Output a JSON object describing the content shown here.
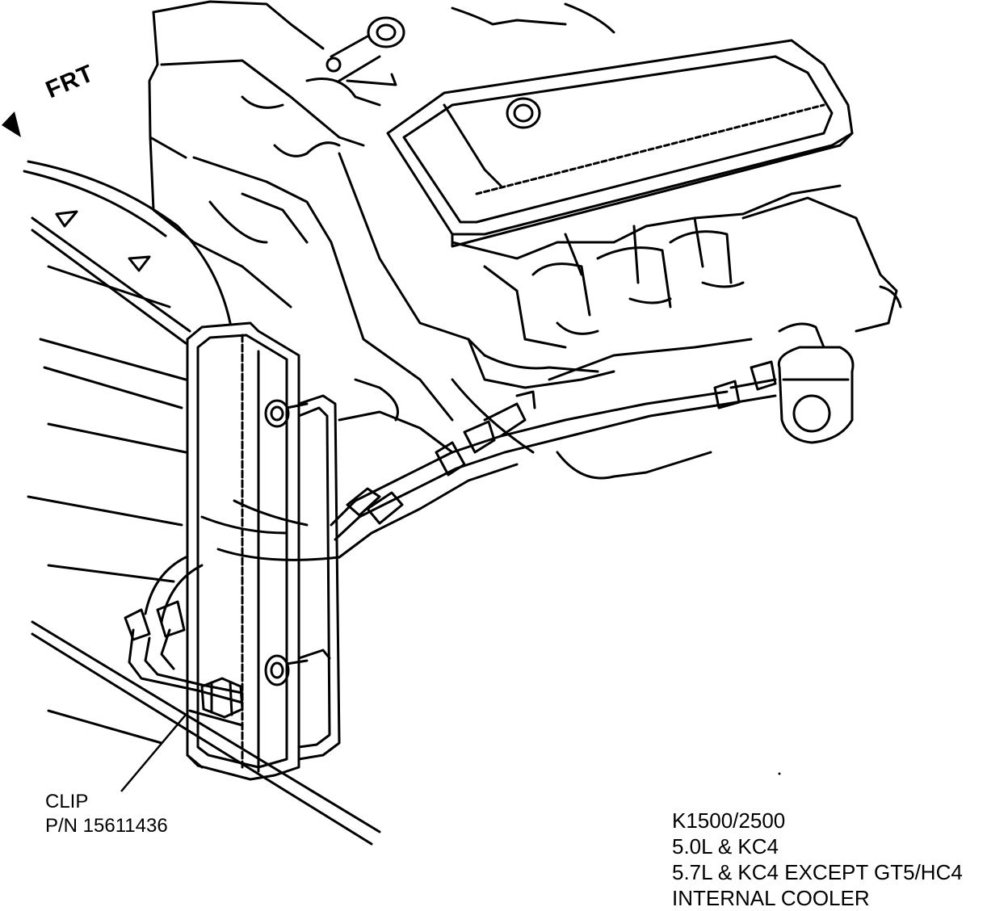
{
  "front_indicator": {
    "text": "FRT",
    "icon": "front-direction-arrow-icon"
  },
  "clip_callout": {
    "line1": "CLIP",
    "line2": "P/N 15611436"
  },
  "spec_block": {
    "line1": "K1500/2500",
    "line2": "5.0L & KC4",
    "line3": "5.7L & KC4 EXCEPT GT5/HC4",
    "line4": "INTERNAL COOLER"
  }
}
